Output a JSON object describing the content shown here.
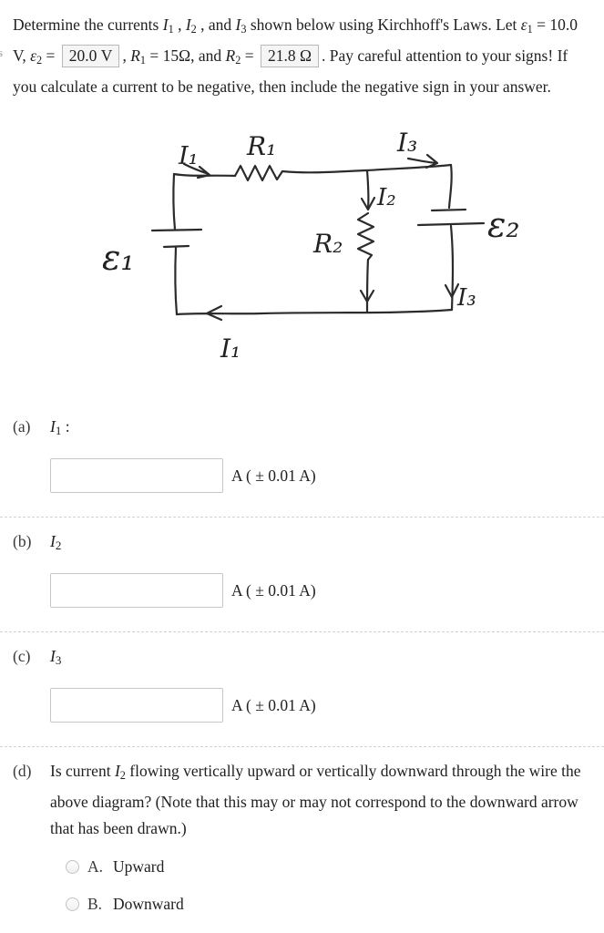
{
  "edge_fragment": "s",
  "colors": {
    "text": "#212121",
    "box_border": "#b9b9b9",
    "box_bg": "#f5f5f5",
    "separator": "#d2d2d2",
    "ink": "#2b2b2b"
  },
  "problem": {
    "runs": [
      {
        "t": "Determine the currents ",
        "s": "plain"
      },
      {
        "t": "I",
        "s": "var"
      },
      {
        "t": "1",
        "s": "sub"
      },
      {
        "t": " , ",
        "s": "plain"
      },
      {
        "t": "I",
        "s": "var"
      },
      {
        "t": "2",
        "s": "sub"
      },
      {
        "t": " , and ",
        "s": "plain"
      },
      {
        "t": "I",
        "s": "var"
      },
      {
        "t": "3",
        "s": "sub"
      },
      {
        "t": " shown below using Kirchhoff's Laws. Let ",
        "s": "plain"
      },
      {
        "t": "ε",
        "s": "var"
      },
      {
        "t": "1",
        "s": "sub"
      },
      {
        "t": " = 10.0 V, ",
        "s": "plain"
      },
      {
        "t": "ε",
        "s": "var"
      },
      {
        "t": "2",
        "s": "sub"
      },
      {
        "t": " = ",
        "s": "plain"
      },
      {
        "t": "20.0 V",
        "s": "boxed"
      },
      {
        "t": ", ",
        "s": "plain"
      },
      {
        "t": "R",
        "s": "var"
      },
      {
        "t": "1",
        "s": "sub"
      },
      {
        "t": " = 15Ω, and ",
        "s": "plain"
      },
      {
        "t": "R",
        "s": "var"
      },
      {
        "t": "2",
        "s": "sub"
      },
      {
        "t": " = ",
        "s": "plain"
      },
      {
        "t": "21.8 Ω",
        "s": "boxed"
      },
      {
        "t": ". Pay careful attention to your signs! If you calculate a current to be negative, then include the negative sign in your answer.",
        "s": "plain"
      }
    ]
  },
  "diagram": {
    "labels": {
      "i1_top": "I₁",
      "r1": "R₁",
      "i3_top": "I₃",
      "i2": "I₂",
      "r2": "R₂",
      "eps1": "ε₁",
      "eps2": "ε₂",
      "i3_right": "I₃",
      "i1_bottom": "I₁"
    }
  },
  "parts": {
    "a": {
      "label": "(a)",
      "quantity": "I",
      "sub": "1",
      "suffix": " :",
      "unit": "A ( ± 0.01 A)",
      "input_value": ""
    },
    "b": {
      "label": "(b)",
      "quantity": "I",
      "sub": "2",
      "suffix": "",
      "unit": "A ( ± 0.01 A)",
      "input_value": ""
    },
    "c": {
      "label": "(c)",
      "quantity": "I",
      "sub": "3",
      "suffix": "",
      "unit": "A ( ± 0.01 A)",
      "input_value": ""
    },
    "d": {
      "label": "(d)",
      "question_runs": [
        {
          "t": "Is current ",
          "s": "plain"
        },
        {
          "t": "I",
          "s": "var"
        },
        {
          "t": "2",
          "s": "sub"
        },
        {
          "t": " flowing vertically upward or vertically downward through the wire the above diagram? (Note that this may or may not correspond to the downward arrow that has been drawn.)",
          "s": "plain"
        }
      ],
      "options": [
        {
          "key": "A.",
          "label": "Upward"
        },
        {
          "key": "B.",
          "label": "Downward"
        }
      ]
    }
  }
}
